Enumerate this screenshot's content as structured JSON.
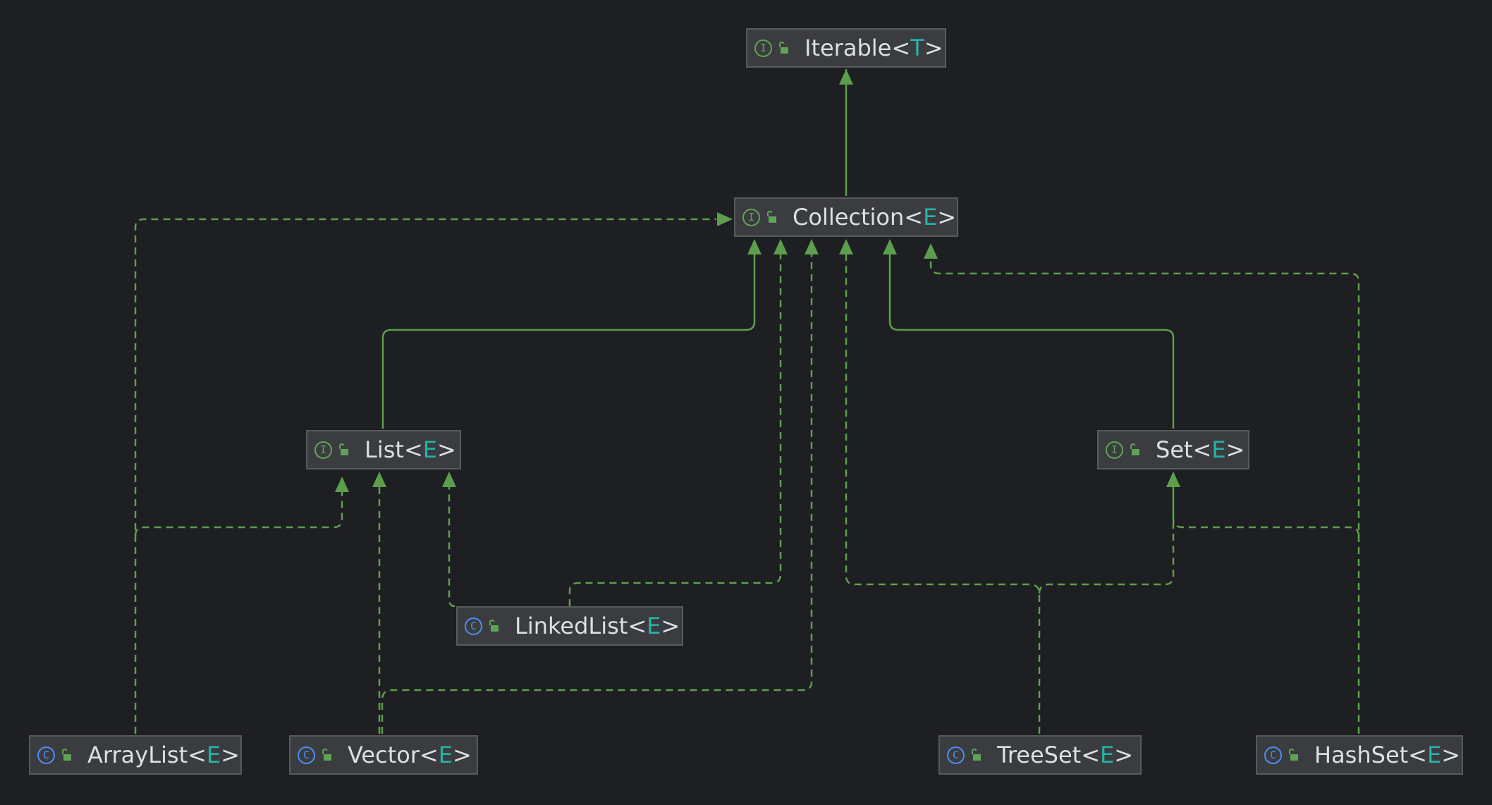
{
  "colors": {
    "background": "#1e1f22",
    "node_fill": "#3b3c3f",
    "node_border": "#575a5e",
    "edge": "#5c9e4c",
    "interface_icon": "#5fa356",
    "class_icon": "#4e8ef0",
    "type_param": "#27b3a7"
  },
  "icons": {
    "interface": {
      "name": "interface-icon",
      "glyph": "I"
    },
    "class": {
      "name": "class-icon",
      "glyph": "C"
    },
    "visibility": {
      "name": "public-lock-icon"
    }
  },
  "nodes": [
    {
      "id": "iterable",
      "kind": "interface",
      "name": "Iterable",
      "type_param": "T",
      "open": "<",
      "close": ">"
    },
    {
      "id": "collection",
      "kind": "interface",
      "name": "Collection",
      "type_param": "E",
      "open": "<",
      "close": ">"
    },
    {
      "id": "list",
      "kind": "interface",
      "name": "List",
      "type_param": "E",
      "open": "<",
      "close": ">"
    },
    {
      "id": "set",
      "kind": "interface",
      "name": "Set",
      "type_param": "E",
      "open": "<",
      "close": ">"
    },
    {
      "id": "linkedlist",
      "kind": "class",
      "name": "LinkedList",
      "type_param": "E",
      "open": "<",
      "close": ">"
    },
    {
      "id": "arraylist",
      "kind": "class",
      "name": "ArrayList",
      "type_param": "E",
      "open": "<",
      "close": ">"
    },
    {
      "id": "vector",
      "kind": "class",
      "name": "Vector",
      "type_param": "E",
      "open": "<",
      "close": ">"
    },
    {
      "id": "treeset",
      "kind": "class",
      "name": "TreeSet",
      "type_param": "E",
      "open": "<",
      "close": ">"
    },
    {
      "id": "hashset",
      "kind": "class",
      "name": "HashSet",
      "type_param": "E",
      "open": "<",
      "close": ">"
    }
  ],
  "edges": [
    {
      "from": "collection",
      "to": "iterable",
      "relation": "extends"
    },
    {
      "from": "list",
      "to": "collection",
      "relation": "extends"
    },
    {
      "from": "set",
      "to": "collection",
      "relation": "extends"
    },
    {
      "from": "arraylist",
      "to": "collection",
      "relation": "implements"
    },
    {
      "from": "arraylist",
      "to": "list",
      "relation": "implements"
    },
    {
      "from": "vector",
      "to": "list",
      "relation": "implements"
    },
    {
      "from": "vector",
      "to": "collection",
      "relation": "implements"
    },
    {
      "from": "linkedlist",
      "to": "list",
      "relation": "implements"
    },
    {
      "from": "linkedlist",
      "to": "collection",
      "relation": "implements"
    },
    {
      "from": "treeset",
      "to": "set",
      "relation": "implements"
    },
    {
      "from": "treeset",
      "to": "collection",
      "relation": "implements"
    },
    {
      "from": "hashset",
      "to": "set",
      "relation": "implements"
    },
    {
      "from": "hashset",
      "to": "collection",
      "relation": "implements"
    }
  ]
}
